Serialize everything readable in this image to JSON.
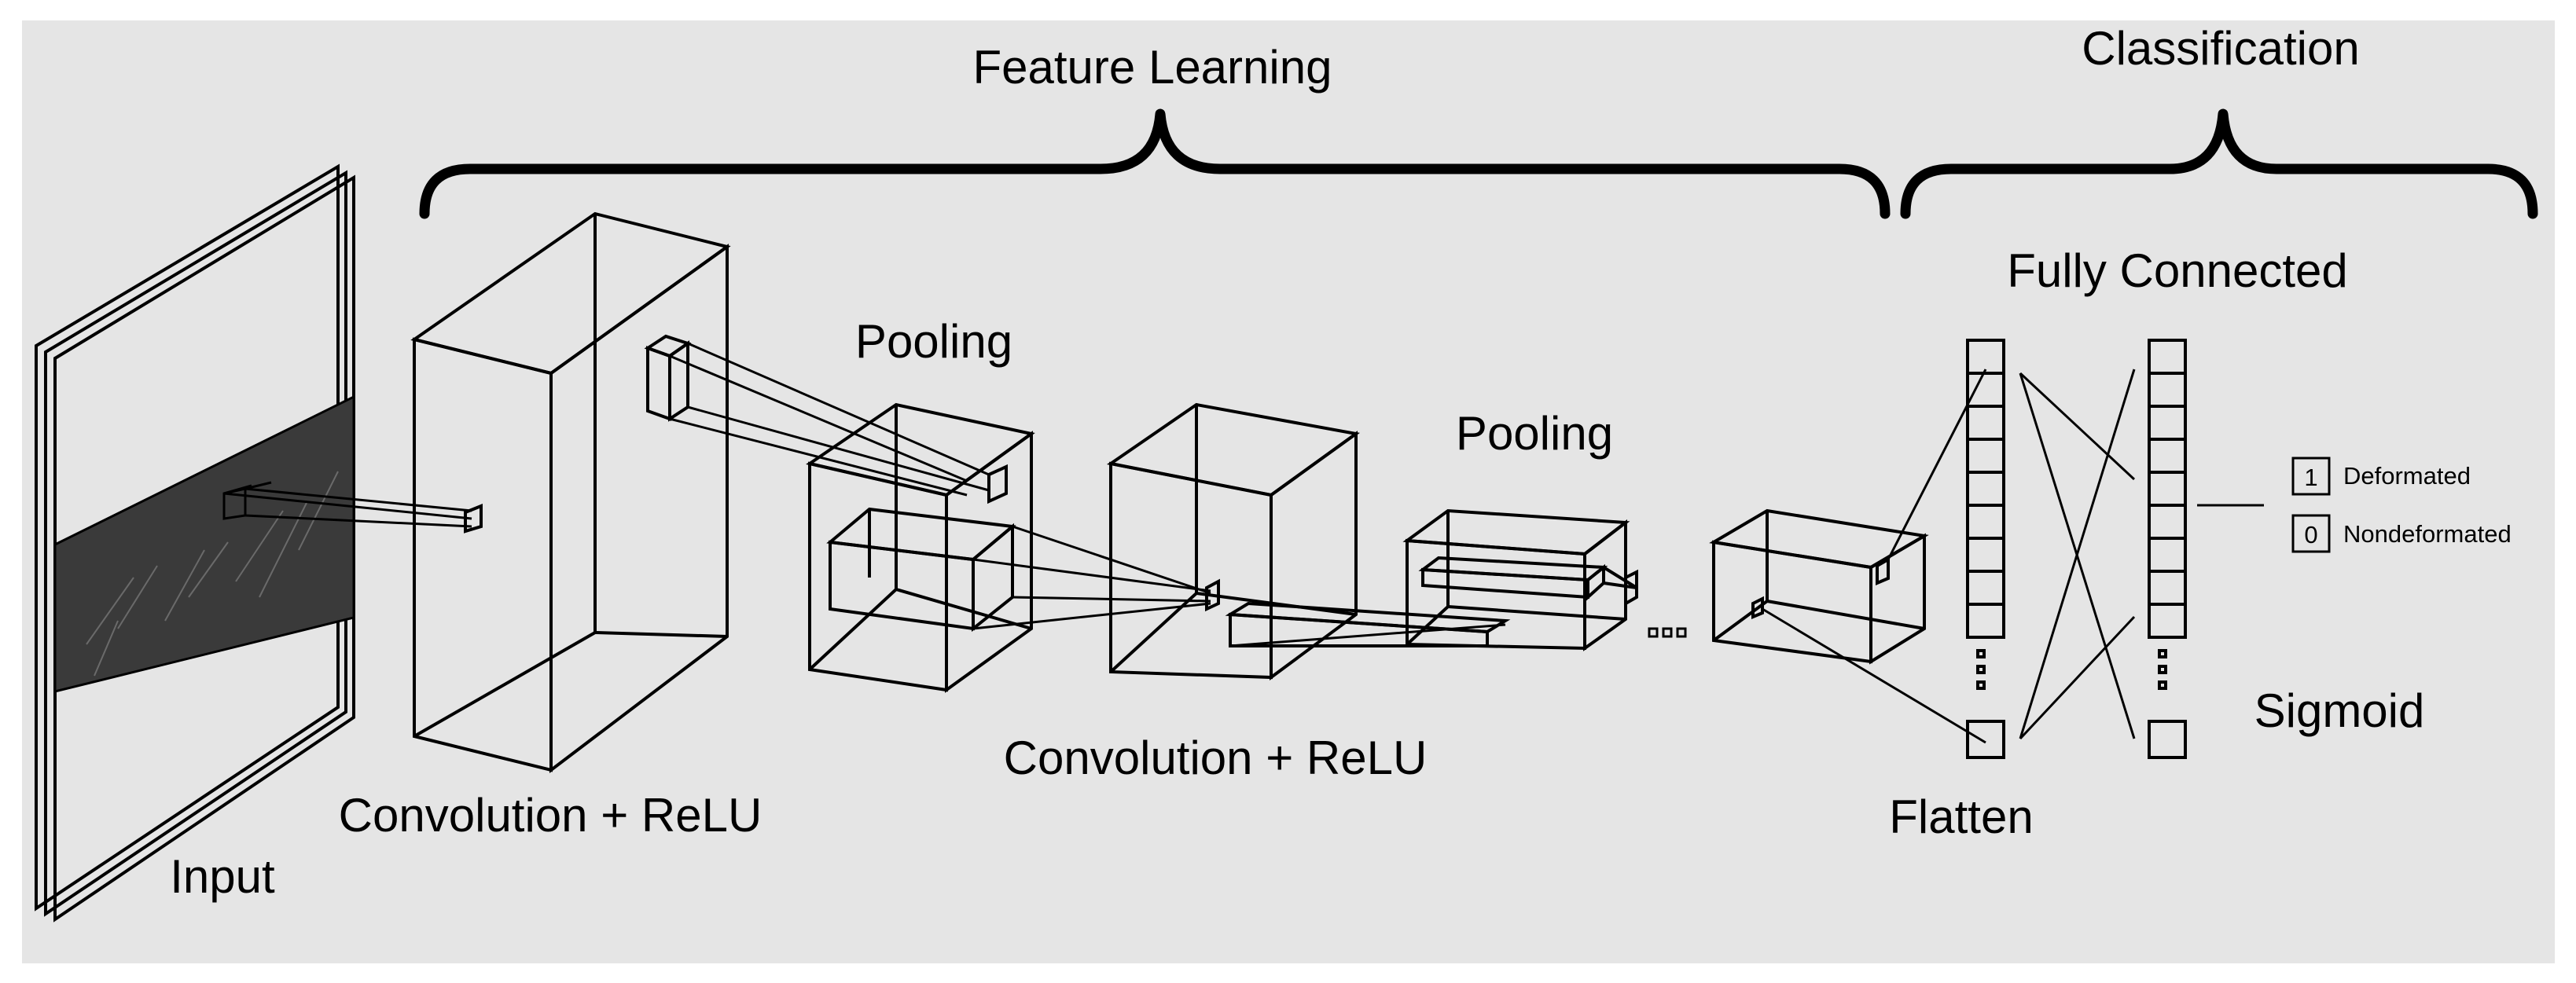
{
  "colors": {
    "panel_background": "#e5e5e5",
    "page_background": "#ffffff",
    "stroke": "#000000",
    "input_strip": "#3a3a3a"
  },
  "sections": {
    "feature_learning": "Feature Learning",
    "classification": "Classification"
  },
  "labels": {
    "input": "Input",
    "conv1": "Convolution + ReLU",
    "pool1": "Pooling",
    "conv2": "Convolution + ReLU",
    "pool2": "Pooling",
    "ellipsis": "...",
    "flatten": "Flatten",
    "fully_connected": "Fully Connected",
    "sigmoid": "Sigmoid"
  },
  "outputs": [
    {
      "value": "1",
      "label": "Deformated"
    },
    {
      "value": "0",
      "label": "Nondeformated"
    }
  ]
}
